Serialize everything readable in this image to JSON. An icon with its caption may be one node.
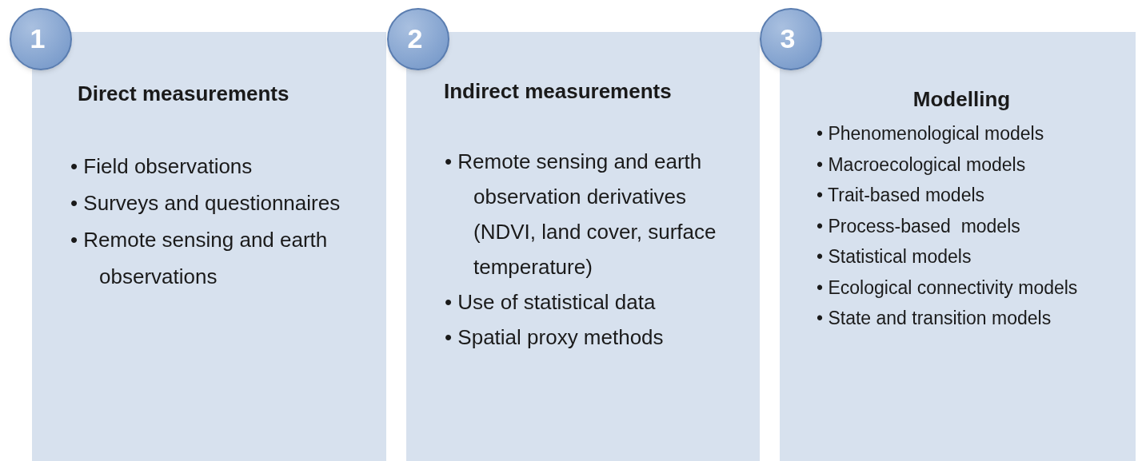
{
  "diagram": {
    "nodes": [
      {
        "text": [
          "1"
        ]
      },
      {
        "text": [
          "Direct measurements",
          "• Field observations",
          "• Surveys and questionnaires",
          "• Remote sensing and earth observations"
        ]
      },
      {
        "text": [
          "2"
        ]
      },
      {
        "text": [
          "Indirect measurements",
          "• Remote sensing and earth observation derivatives (NDVI, land cover, surface temperature)",
          "• Use of statistical data",
          "• Spatial proxy methods"
        ]
      },
      {
        "text": [
          "3"
        ]
      },
      {
        "text": [
          "Modelling",
          "• Phenomenological models",
          "• Macroecological models",
          "• Trait-based models",
          "• Process-based  models",
          "• Statistical models",
          "• Ecological connectivity models",
          "• State and transition models"
        ]
      }
    ],
    "edges": []
  }
}
